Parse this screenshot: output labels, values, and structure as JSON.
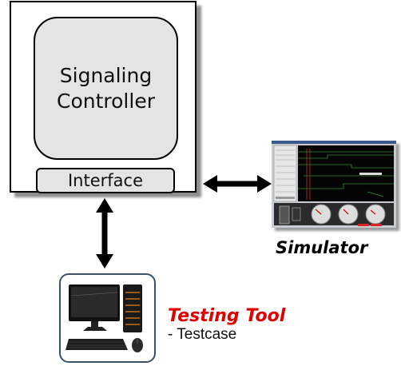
{
  "controller": {
    "line1": "Signaling",
    "line2": "Controller"
  },
  "interface_label": "Interface",
  "simulator_label": "Simulator",
  "testing_tool": {
    "label": "Testing Tool",
    "testcase": "- Testcase"
  },
  "colors": {
    "testing_tool": "#e00000",
    "box_fill": "#e4e4e4"
  }
}
